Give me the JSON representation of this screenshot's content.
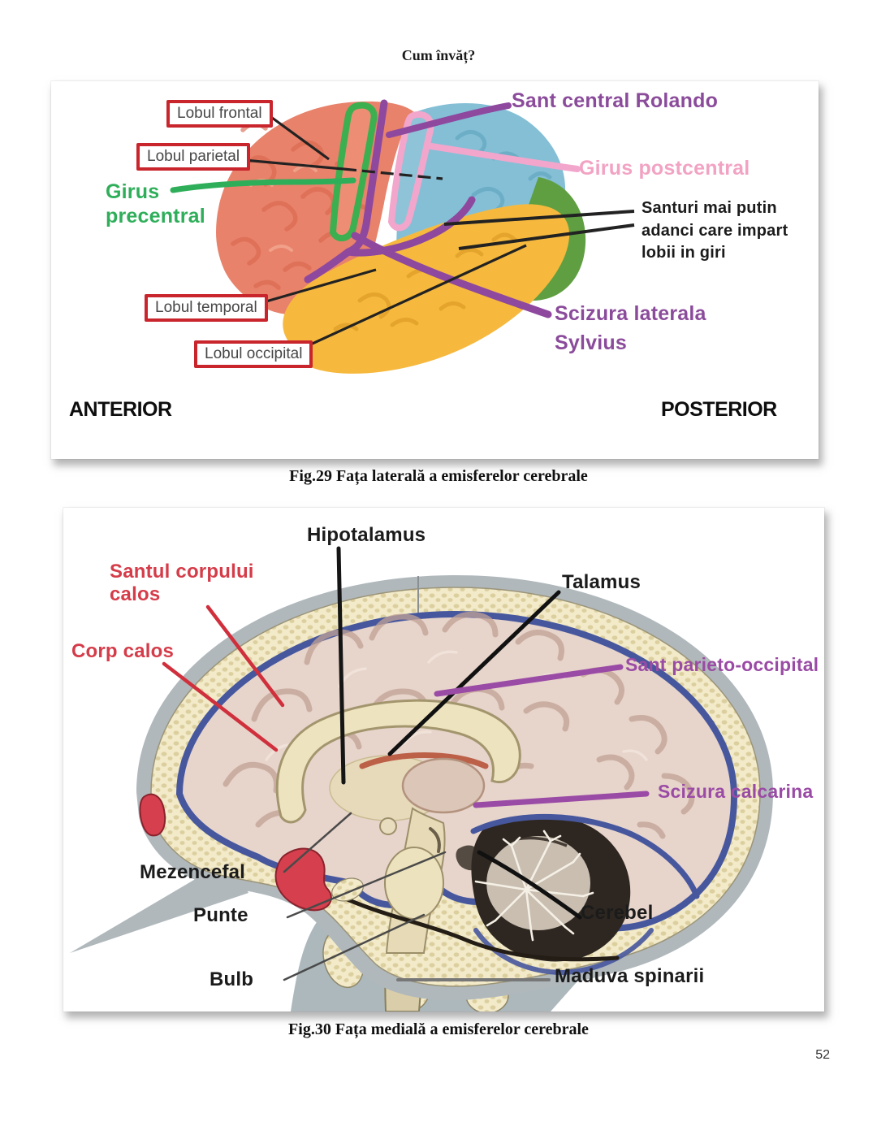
{
  "page": {
    "header": "Cum învăț?",
    "page_number": "52"
  },
  "figure1": {
    "caption": "Fig.29 Fața laterală a emisferelor cerebrale",
    "labels": {
      "lobul_frontal": "Lobul frontal",
      "lobul_parietal": "Lobul parietal",
      "girus_precentral": "Girus precentral",
      "sant_central_rolando": "Sant central Rolando",
      "girus_postcentral": "Girus postcentral",
      "santuri_note": "Santuri mai putin adanci care impart lobii in giri",
      "lobul_temporal": "Lobul temporal",
      "lobul_occipital": "Lobul occipital",
      "scizura_laterala": "Scizura laterala Sylvius",
      "anterior": "ANTERIOR",
      "posterior": "POSTERIOR"
    },
    "colors": {
      "frontal_lobe": "#e8826b",
      "parietal_lobe": "#84bfd6",
      "temporal_lobe": "#f6b93e",
      "occipital_lobe": "#5f9f41",
      "precentral_outline": "#3caf50",
      "postcentral_outline": "#f2a6cc",
      "sulcus_purple": "#8e489e",
      "label_box_red": "#c9252c",
      "green_text": "#2fae5a",
      "purple_text": "#8b4b9b",
      "pink_text": "#f2a3c3"
    }
  },
  "figure2": {
    "caption": "Fig.30 Fața medială a emisferelor cerebrale",
    "labels": {
      "hipotalamus": "Hipotalamus",
      "santul_corpului_calos": "Santul corpului calos",
      "corp_calos": "Corp calos",
      "talamus": "Talamus",
      "sant_parieto_occipital": "Sant parieto-occipital",
      "scizura_calcarina": "Scizura calcarina",
      "mezencefal": "Mezencefal",
      "punte": "Punte",
      "bulb": "Bulb",
      "cerebel": "Cerebel",
      "maduva_spinarii": "Maduva spinarii"
    },
    "colors": {
      "red_text": "#d53c49",
      "purple_text": "#9a4ba5",
      "bone_cream": "#f2eac8",
      "meninges_blue": "#47579e",
      "cortex_pink": "#e7d4cb",
      "cerebellum_dark": "#2e2721",
      "sinus_red": "#d6404e"
    }
  }
}
